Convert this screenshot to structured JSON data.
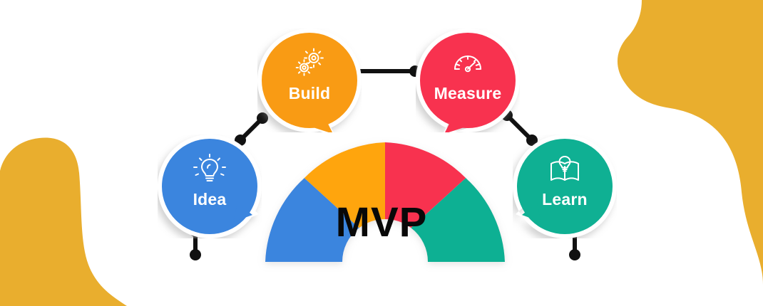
{
  "graphic": {
    "title": "MVP Build-Measure-Learn Loop Infographic",
    "center_label": "MVP",
    "background_color": "#ffffff",
    "decor_color": "#E9AE2E"
  },
  "steps": [
    {
      "id": "idea",
      "label": "Idea",
      "icon": "lightbulb-icon",
      "color": "#3B85DE",
      "tail": "right-down"
    },
    {
      "id": "build",
      "label": "Build",
      "icon": "gears-icon",
      "color": "#F99B14",
      "tail": "down-right"
    },
    {
      "id": "measure",
      "label": "Measure",
      "icon": "speedometer-icon",
      "color": "#F8324F",
      "tail": "down-left"
    },
    {
      "id": "learn",
      "label": "Learn",
      "icon": "book-lightbulb-icon",
      "color": "#0FB093",
      "tail": "left"
    }
  ],
  "arc": {
    "segments": [
      {
        "name": "idea-segment",
        "color": "#3B85DE"
      },
      {
        "name": "build-segment",
        "color": "#FFA50A"
      },
      {
        "name": "measure-segment",
        "color": "#F8324F"
      },
      {
        "name": "learn-segment",
        "color": "#0FB093"
      }
    ]
  },
  "connectors": [
    {
      "name": "idea-to-build",
      "style": "dumbbell"
    },
    {
      "name": "build-to-measure",
      "style": "dumbbell"
    },
    {
      "name": "measure-to-learn",
      "style": "dumbbell"
    },
    {
      "name": "idea-stem",
      "style": "dumbbell"
    },
    {
      "name": "learn-stem",
      "style": "dumbbell"
    }
  ],
  "chart_data": {
    "type": "pie",
    "title": "MVP",
    "categories": [
      "Idea",
      "Build",
      "Measure",
      "Learn"
    ],
    "values": [
      25,
      25,
      25,
      25
    ],
    "colors": [
      "#3B85DE",
      "#FFA50A",
      "#F8324F",
      "#0FB093"
    ],
    "xlabel": "",
    "ylabel": "",
    "legend": "none",
    "grid": false,
    "note": "Semicircular 4-segment donut arc spanning 180 degrees, labelled MVP at center"
  }
}
